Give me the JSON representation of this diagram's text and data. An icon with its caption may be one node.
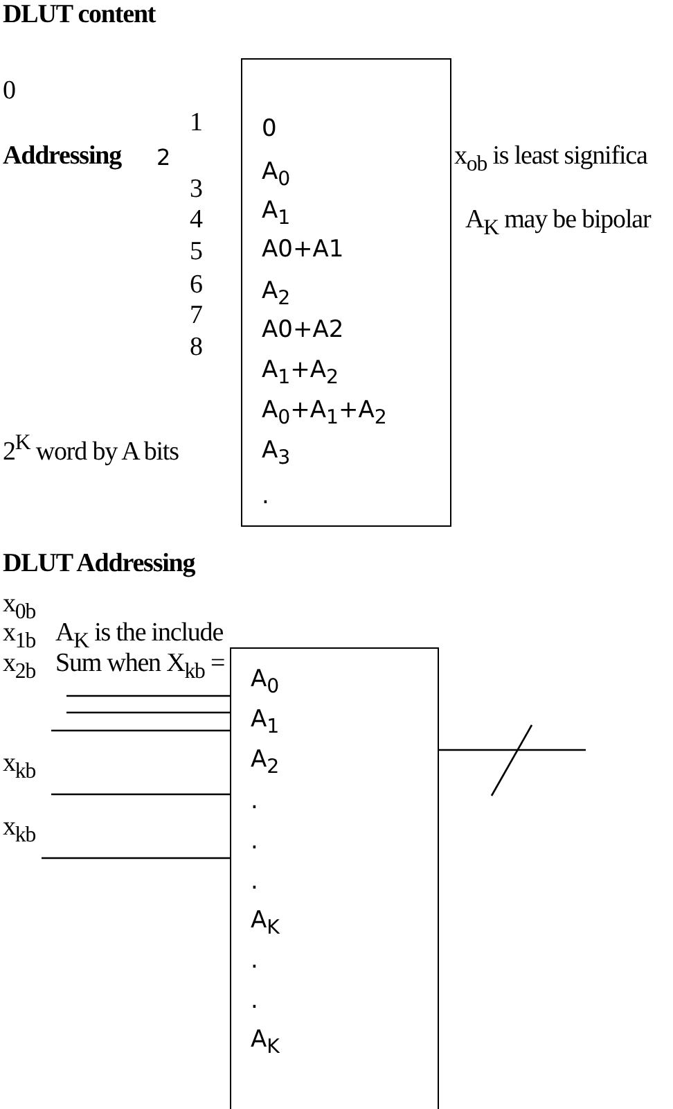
{
  "diagram": {
    "title": "DLUT content",
    "nodes": [
      {
        "text": [
          "0",
          "A$_{0}$",
          "A$_{1}$",
          "A0+A1",
          "A$_{2}$",
          "A0+A2",
          "A$_{1}$+A$_{2}$",
          "A$_{0}$+A$_{1}$+A$_{2}$",
          "A$_{3}$",
          "."
        ]
      },
      {
        "text": [
          "A$_{0}$",
          "A$_{1}$",
          "A$_{2}$",
          ".",
          ".",
          ".",
          "A$_{K}$",
          ".",
          ".",
          "A$_{K}$"
        ]
      }
    ],
    "edges": [
      {
        "from": null,
        "to": 1,
        "arrow": "none"
      },
      {
        "from": null,
        "to": 1,
        "arrow": "none"
      },
      {
        "from": null,
        "to": 1,
        "arrow": "none"
      },
      {
        "from": null,
        "to": 1,
        "arrow": "none"
      },
      {
        "from": null,
        "to": 1,
        "arrow": "none"
      },
      {
        "from": 1,
        "to": null,
        "arrow": "none"
      }
    ],
    "labels": [
      "0",
      "1",
      "Addressing",
      "2",
      "x$_{ob}$ is least significa",
      "3",
      "4",
      "A$_{K}$ may be bipolar",
      "5",
      "6",
      "7",
      "8",
      "2$^{K}$  word by A bits",
      "DLUT Addressing",
      "x$_{0b}$",
      "x$_{1b}$",
      "A$_{K}$  is the include",
      "x$_{2b}$",
      "Sum when  X$_{kb}$ =",
      "x$_{kb}$",
      "x$_{kb}$"
    ]
  }
}
